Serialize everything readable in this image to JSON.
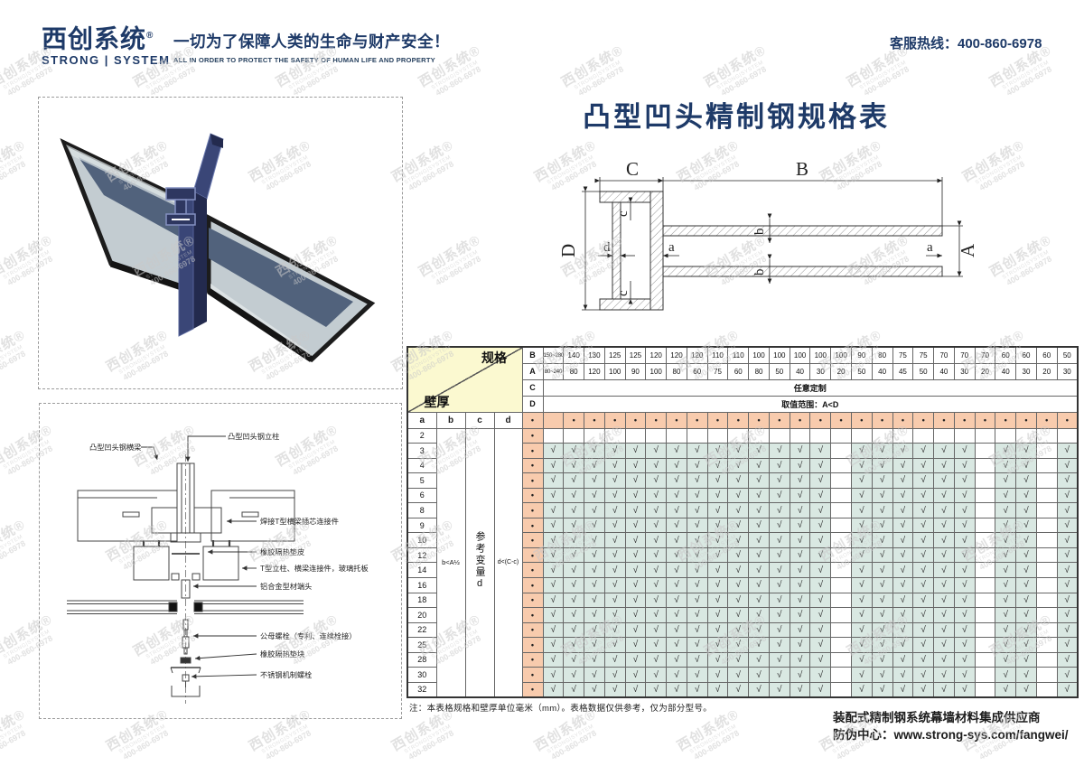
{
  "header": {
    "logo_cn": "西创系统",
    "logo_reg": "®",
    "logo_en": "STRONG | SYSTEM",
    "slogan_cn": "一切为了保障人类的生命与财产安全！",
    "slogan_en": "ALL IN ORDER TO PROTECT THE SAFETY OF HUMAN LIFE AND PROPERTY",
    "hotline": "客服热线：400-860-6978"
  },
  "title": "凸型凹头精制钢规格表",
  "watermark": {
    "cn": "西创系统®",
    "en": "STRONG|SYSTEM",
    "tel": "400-860-6978"
  },
  "diagram": {
    "B": "B",
    "C": "C",
    "D": "D",
    "A": "A",
    "a": "a",
    "b": "b",
    "c": "c",
    "d": "d"
  },
  "drawing": {
    "labels": [
      "凸型凹头钢横梁",
      "凸型凹头钢立柱",
      "焊接T型横梁插芯连接件",
      "橡胶隔热垫皮",
      "T型立柱、横梁连接件，玻璃托板",
      "铝合金型材端头",
      "公母螺栓（专利、连续栓接）",
      "橡胶隔热垫块",
      "不锈钢机制螺栓"
    ]
  },
  "table": {
    "corner": {
      "top": "规格",
      "bottom": "壁厚"
    },
    "side_labels": [
      "B",
      "A",
      "C",
      "D"
    ],
    "B_values": [
      "150~280",
      "140",
      "130",
      "125",
      "125",
      "120",
      "120",
      "120",
      "110",
      "110",
      "100",
      "100",
      "100",
      "100",
      "100",
      "90",
      "80",
      "75",
      "75",
      "70",
      "70",
      "70",
      "60",
      "60",
      "60",
      "50"
    ],
    "A_values": [
      "80~240",
      "80",
      "120",
      "100",
      "90",
      "100",
      "80",
      "60",
      "75",
      "60",
      "80",
      "50",
      "40",
      "30",
      "20",
      "50",
      "40",
      "45",
      "50",
      "40",
      "30",
      "20",
      "40",
      "30",
      "20",
      "30"
    ],
    "C_text": "任意定制",
    "D_text": "取值范围：A<D",
    "col_headers": [
      "a",
      "b",
      "c",
      "d"
    ],
    "dot": "•",
    "check": "√",
    "b_constraint": "b<A½",
    "c_constraint": "参考变量d",
    "d_constraint": "d<(C-c)",
    "body_row_labels": [
      "2",
      "3",
      "4",
      "5",
      "6",
      "8",
      "9",
      "10",
      "12",
      "14",
      "16",
      "18",
      "20",
      "22",
      "25",
      "28",
      "30",
      "32"
    ],
    "empty_row_labels": [
      "2"
    ],
    "blank_column_indices": [
      14,
      21,
      24
    ],
    "dot_row_blank_column": 0
  },
  "note": "注：本表格规格和壁厚单位毫米（mm）。表格数据仅供参考，仅为部分型号。",
  "footer": {
    "line1": "装配式精制钢系统幕墙材料集成供应商",
    "line2": "防伪中心：www.strong-sys.com/fangwei/"
  },
  "colors": {
    "navy": "#1e3a68",
    "orange_cell": "#f8cbad",
    "green_cell": "#d9e8e2",
    "yellow_cell": "#fbf9d0",
    "mullion_navy": "#2e3760",
    "glass": "#c3ccd1",
    "slate_panel": "#51627c"
  }
}
